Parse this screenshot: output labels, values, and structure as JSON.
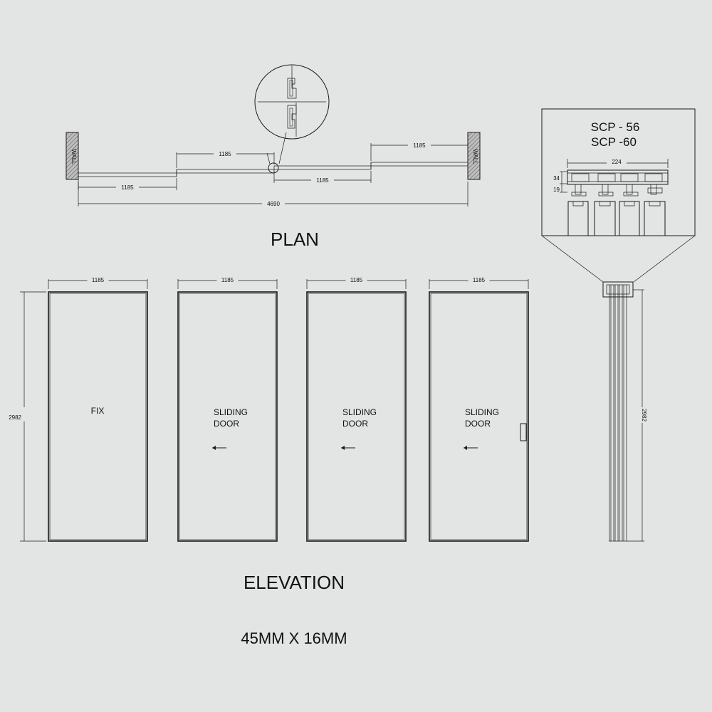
{
  "titles": {
    "plan": "PLAN",
    "elevation": "ELEVATION",
    "profile": "45MM X 16MM"
  },
  "plan": {
    "wall_label": "WALL",
    "dims": {
      "panel_width": "1185",
      "total": "4690"
    }
  },
  "detail": {
    "code1": "SCP - 56",
    "code2": "SCP -60",
    "width": "224",
    "h1": "34",
    "h2": "19"
  },
  "elevation": {
    "panels": [
      {
        "width": "1185",
        "line1": "FIX",
        "line2": "",
        "arrow": false
      },
      {
        "width": "1185",
        "line1": "SLIDING",
        "line2": "DOOR",
        "arrow": true
      },
      {
        "width": "1185",
        "line1": "SLIDING",
        "line2": "DOOR",
        "arrow": true
      },
      {
        "width": "1185",
        "line1": "SLIDING",
        "line2": "DOOR",
        "arrow": true
      }
    ],
    "height": "2982",
    "side_height": "2982"
  },
  "colors": {
    "background": "#e3e5e4",
    "line": "#1a1a1a",
    "wall_hatch": "#8a8a8a"
  }
}
